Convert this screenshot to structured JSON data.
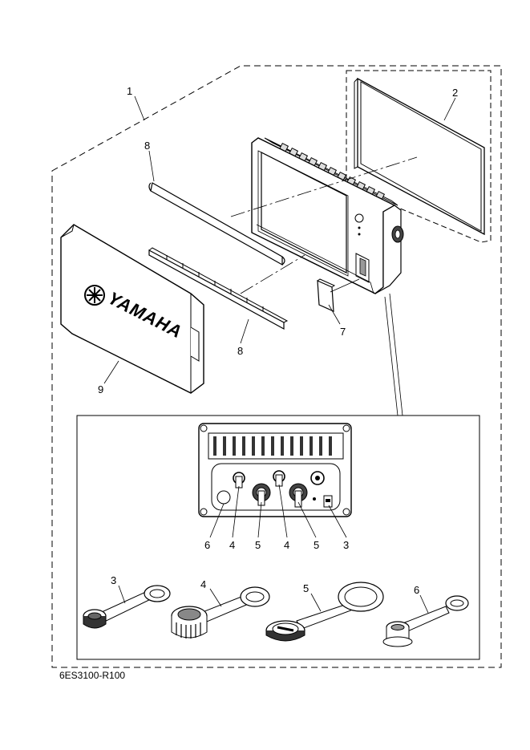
{
  "diagram": {
    "brand_text": "YAMAHA",
    "drawing_code": "6ES3100-R100",
    "callouts": {
      "c1": "1",
      "c2": "2",
      "c8_top": "8",
      "c8_bottom": "8",
      "c7": "7",
      "c9": "9"
    },
    "rear_panel_callouts": {
      "p6": "6",
      "p4a": "4",
      "p5a": "5",
      "p4b": "4",
      "p5b": "5",
      "p3": "3"
    },
    "cap_callouts": {
      "cap3": "3",
      "cap4": "4",
      "cap5": "5",
      "cap6": "6"
    }
  }
}
